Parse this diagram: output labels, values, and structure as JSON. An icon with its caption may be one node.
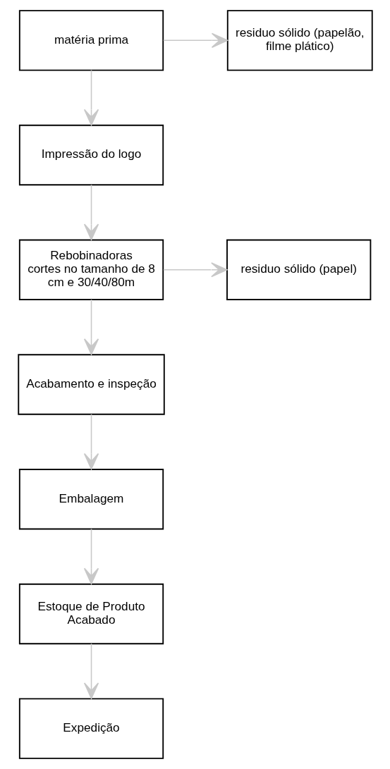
{
  "diagram": {
    "nodes": [
      {
        "text": [
          "matéria prima"
        ]
      },
      {
        "text": [
          "residuo sólido (papelão, filme plático)"
        ]
      },
      {
        "text": [
          "Impressão do logo"
        ]
      },
      {
        "text": [
          "Rebobinadoras",
          "cortes no tamanho de 8 cm e 30/40/80m"
        ]
      },
      {
        "text": [
          "residuo sólido (papel)"
        ]
      },
      {
        "text": [
          "Acabamento e inspeção"
        ]
      },
      {
        "text": [
          "Embalagem"
        ]
      },
      {
        "text": [
          "Estoque de Produto Acabado"
        ]
      },
      {
        "text": [
          "Expedição"
        ]
      }
    ],
    "edges": [
      {
        "from": 0,
        "to": 1,
        "arrow": "to"
      },
      {
        "from": 0,
        "to": 2,
        "arrow": "to"
      },
      {
        "from": 2,
        "to": 3,
        "arrow": "to"
      },
      {
        "from": 3,
        "to": 4,
        "arrow": "to"
      },
      {
        "from": 3,
        "to": 5,
        "arrow": "to"
      },
      {
        "from": 5,
        "to": 6,
        "arrow": "to"
      },
      {
        "from": 6,
        "to": 7,
        "arrow": "to"
      },
      {
        "from": 7,
        "to": 8,
        "arrow": "to"
      }
    ]
  }
}
